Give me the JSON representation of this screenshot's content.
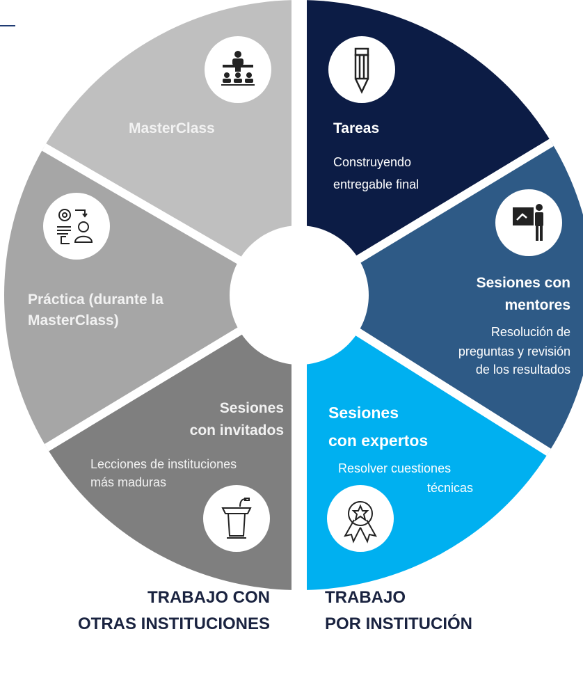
{
  "segments": {
    "masterclass": {
      "title": "MasterClass",
      "color": "#bfbfbf",
      "icon": "presenter-audience-icon"
    },
    "tareas": {
      "title": "Tareas",
      "desc": [
        "Construyendo",
        "entregable final"
      ],
      "color": "#0c1c45",
      "icon": "pencil-icon"
    },
    "mentores": {
      "title": [
        "Sesiones con",
        "mentores"
      ],
      "desc": [
        "Resolución de",
        "preguntas y revisión",
        "de los resultados"
      ],
      "color": "#2e5a86",
      "icon": "whiteboard-teacher-icon"
    },
    "expertos": {
      "title": [
        "Sesiones",
        "con expertos"
      ],
      "desc": [
        "Resolver cuestiones",
        "técnicas"
      ],
      "color": "#00b0f0",
      "icon": "award-ribbon-icon"
    },
    "invitados": {
      "title": [
        "Sesiones",
        "con invitados"
      ],
      "desc": [
        "Lecciones de instituciones",
        "más maduras"
      ],
      "color": "#7f7f7f",
      "icon": "lectern-icon"
    },
    "practica": {
      "title": [
        "Práctica (durante la",
        "MasterClass)"
      ],
      "color": "#a6a6a6",
      "icon": "gear-person-cycle-icon"
    }
  },
  "bottom": {
    "left": [
      "TRABAJO CON",
      "OTRAS INSTITUCIONES"
    ],
    "right": [
      "TRABAJO",
      "POR INSTITUCIÓN"
    ]
  }
}
